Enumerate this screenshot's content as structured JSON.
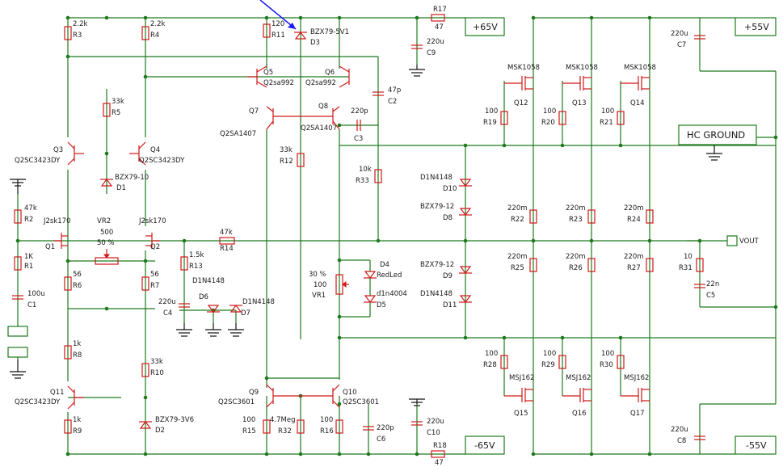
{
  "ports": {
    "pos65": "+65V",
    "neg65": "-65V",
    "pos55": "+55V",
    "neg55": "-55V",
    "vout": "VOUT",
    "hc_ground": "HC GROUND"
  },
  "transistors": [
    {
      "ref": "Q1",
      "part": "J2sk170"
    },
    {
      "ref": "Q2",
      "part": "J2sk170"
    },
    {
      "ref": "Q3",
      "part": "Q2SC3423DY"
    },
    {
      "ref": "Q4",
      "part": "Q2SC3423DY"
    },
    {
      "ref": "Q5",
      "part": "Q2sa992"
    },
    {
      "ref": "Q6",
      "part": "Q2sa992"
    },
    {
      "ref": "Q7",
      "part": "Q2SA1407"
    },
    {
      "ref": "Q8",
      "part": "Q2SA1407"
    },
    {
      "ref": "Q9",
      "part": "Q2SC3601"
    },
    {
      "ref": "Q10",
      "part": "Q2SC3601"
    },
    {
      "ref": "Q11",
      "part": "Q2SC3423DY"
    },
    {
      "ref": "Q12",
      "part": "MSK1058"
    },
    {
      "ref": "Q13",
      "part": "MSK1058"
    },
    {
      "ref": "Q14",
      "part": "MSK1058"
    },
    {
      "ref": "Q15",
      "part": "MSJ162"
    },
    {
      "ref": "Q16",
      "part": "MSJ162"
    },
    {
      "ref": "Q17",
      "part": "MSJ162"
    }
  ],
  "resistors": [
    {
      "ref": "R1",
      "value": "1K"
    },
    {
      "ref": "R2",
      "value": "47k"
    },
    {
      "ref": "R3",
      "value": "2.2k"
    },
    {
      "ref": "R4",
      "value": "2.2k"
    },
    {
      "ref": "R5",
      "value": "33k"
    },
    {
      "ref": "R6",
      "value": "56"
    },
    {
      "ref": "R7",
      "value": "56"
    },
    {
      "ref": "R8",
      "value": "1k"
    },
    {
      "ref": "R9",
      "value": "1k"
    },
    {
      "ref": "R10",
      "value": "33k"
    },
    {
      "ref": "R11",
      "value": "120"
    },
    {
      "ref": "R12",
      "value": "33k"
    },
    {
      "ref": "R13",
      "value": "1.5k"
    },
    {
      "ref": "R14",
      "value": "47k"
    },
    {
      "ref": "R15",
      "value": "100"
    },
    {
      "ref": "R16",
      "value": "100"
    },
    {
      "ref": "R17",
      "value": "47"
    },
    {
      "ref": "R18",
      "value": "47"
    },
    {
      "ref": "R19",
      "value": "100"
    },
    {
      "ref": "R20",
      "value": "100"
    },
    {
      "ref": "R21",
      "value": "100"
    },
    {
      "ref": "R22",
      "value": "220m"
    },
    {
      "ref": "R23",
      "value": "220m"
    },
    {
      "ref": "R24",
      "value": "220m"
    },
    {
      "ref": "R25",
      "value": "220m"
    },
    {
      "ref": "R26",
      "value": "220m"
    },
    {
      "ref": "R27",
      "value": "220m"
    },
    {
      "ref": "R28",
      "value": "100"
    },
    {
      "ref": "R29",
      "value": "100"
    },
    {
      "ref": "R30",
      "value": "100"
    },
    {
      "ref": "R31",
      "value": "10"
    },
    {
      "ref": "R32",
      "value": "4.7Meg"
    },
    {
      "ref": "R33",
      "value": "10k"
    }
  ],
  "capacitors": [
    {
      "ref": "C1",
      "value": "100u"
    },
    {
      "ref": "C2",
      "value": "47p"
    },
    {
      "ref": "C3",
      "value": "220p"
    },
    {
      "ref": "C4",
      "value": "220u"
    },
    {
      "ref": "C5",
      "value": "22n"
    },
    {
      "ref": "C6",
      "value": "220p"
    },
    {
      "ref": "C7",
      "value": "220u"
    },
    {
      "ref": "C8",
      "value": "220u"
    },
    {
      "ref": "C9",
      "value": "220u"
    },
    {
      "ref": "C10",
      "value": "220u"
    }
  ],
  "diodes": [
    {
      "ref": "D1",
      "part": "BZX79-10"
    },
    {
      "ref": "D2",
      "part": "BZX79-3V6"
    },
    {
      "ref": "D3",
      "part": "BZX79-5V1"
    },
    {
      "ref": "D4",
      "part": "RedLed"
    },
    {
      "ref": "D5",
      "part": "d1n4004"
    },
    {
      "ref": "D6",
      "part": "D1N4148"
    },
    {
      "ref": "D7",
      "part": "D1N4148"
    },
    {
      "ref": "D8",
      "part": "BZX79-12"
    },
    {
      "ref": "D9",
      "part": "BZX79-12"
    },
    {
      "ref": "D10",
      "part": "D1N4148"
    },
    {
      "ref": "D11",
      "part": "D1N4148"
    }
  ],
  "pots": [
    {
      "ref": "VR1",
      "value": "100",
      "setting": "30 %"
    },
    {
      "ref": "VR2",
      "value": "500",
      "setting": "50 %"
    }
  ],
  "colors": {
    "wire": "#1d7a1d",
    "component": "#d01818",
    "text": "#1a1a1a",
    "pointer": "#1a1aff",
    "ground": "#111111"
  }
}
